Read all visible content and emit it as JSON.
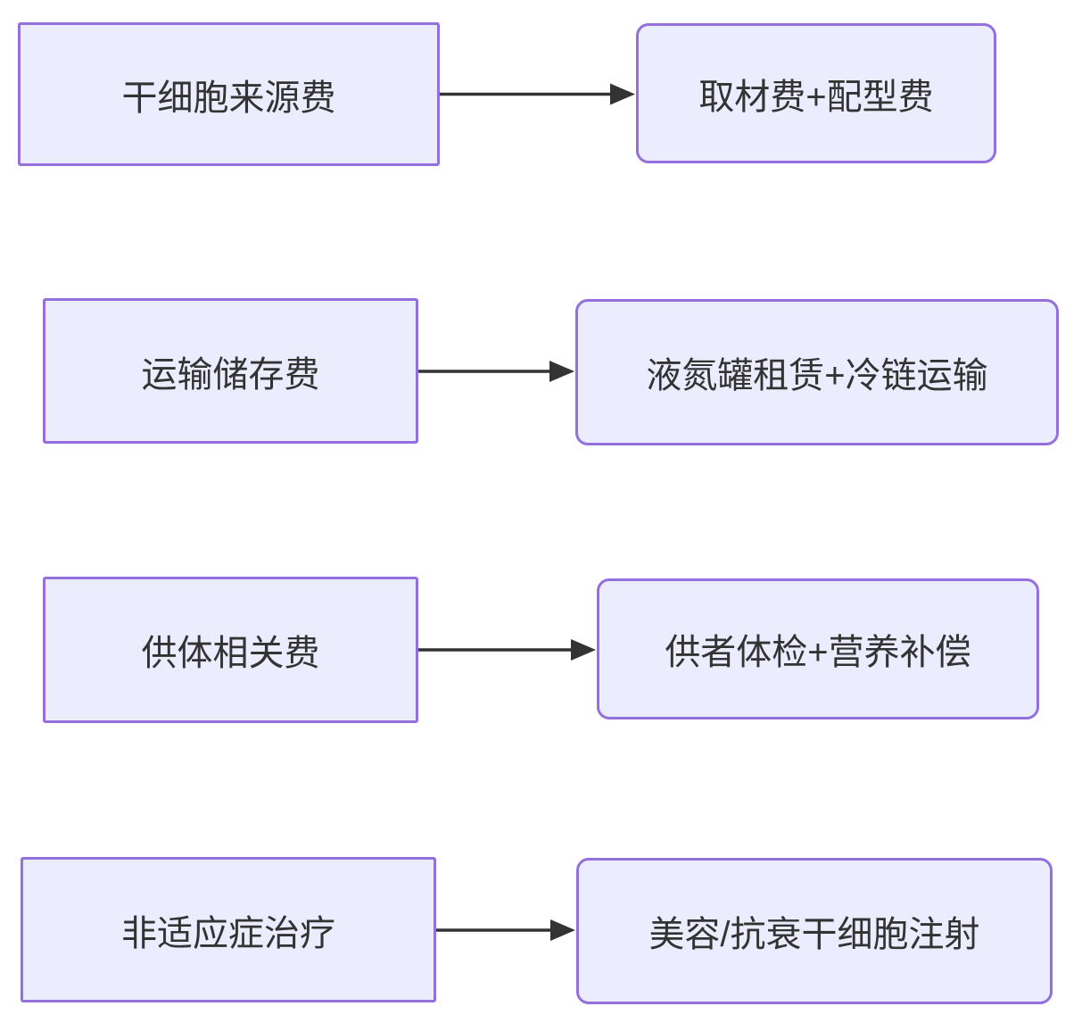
{
  "diagram": {
    "type": "flowchart-left-to-right",
    "theme": {
      "node_fill": "#ECECFF",
      "node_border": "#9370DB",
      "arrow_color": "#333333",
      "text_color": "#333333"
    },
    "rows": [
      {
        "source": "干细胞来源费",
        "target": "取材费+配型费"
      },
      {
        "source": "运输储存费",
        "target": "液氮罐租赁+冷链运输"
      },
      {
        "source": "供体相关费",
        "target": "供者体检+营养补偿"
      },
      {
        "source": "非适应症治疗",
        "target": "美容/抗衰干细胞注射"
      }
    ]
  }
}
